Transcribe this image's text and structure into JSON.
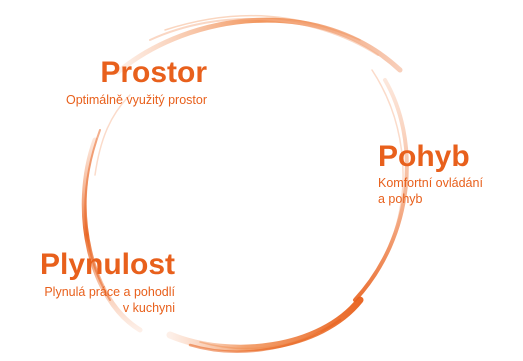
{
  "colors": {
    "accent": "#e8601c",
    "accent_light": "#f6b08a",
    "text": "#e8601c"
  },
  "items": [
    {
      "heading": "Prostor",
      "sublines": [
        "Optimálně využitý prostor"
      ]
    },
    {
      "heading": "Pohyb",
      "sublines": [
        "Komfortní ovládání",
        "a pohyb"
      ]
    },
    {
      "heading": "Plynulost",
      "sublines": [
        "Plynulá práce a pohodlí",
        "v kuchyni"
      ]
    }
  ]
}
